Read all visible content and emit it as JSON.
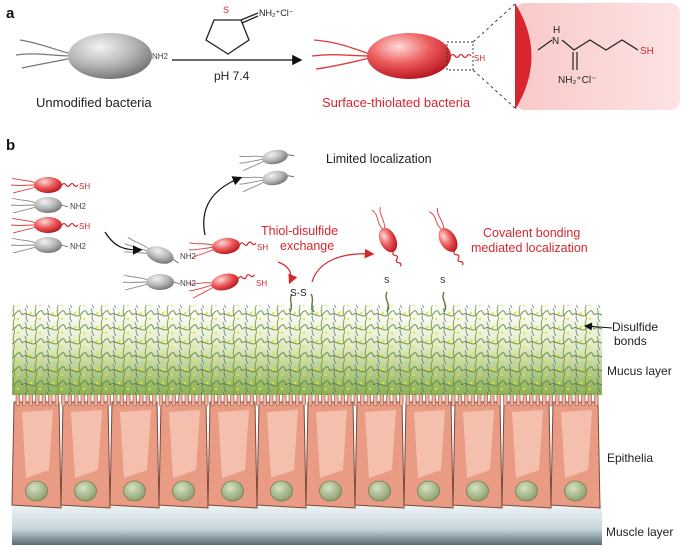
{
  "panel_a": {
    "label": "a",
    "reagent_amine_label": "NH₂⁺Cl⁻",
    "reagent_sulfur": "S",
    "condition": "pH 7.4",
    "left_group": "NH2",
    "right_group": "SH",
    "left_caption": "Unmodified bacteria",
    "right_caption": "Surface-thiolated bacteria",
    "linker_nh": "N",
    "linker_h": "H",
    "linker_amine": "NH₂⁺Cl⁻",
    "linker_sh": "SH"
  },
  "panel_b": {
    "label": "b",
    "groups": {
      "nh2": "NH2",
      "sh": "SH",
      "ss": "S-S",
      "s": "S"
    },
    "limited": "Limited localization",
    "exchange_line1": "Thiol-disulfide",
    "exchange_line2": "exchange",
    "covalent_line1": "Covalent bonding",
    "covalent_line2": "mediated localization",
    "disulfide_line1": "Disulfide",
    "disulfide_line2": "bonds",
    "mucus": "Mucus layer",
    "epithelia": "Epithelia",
    "muscle": "Muscle layer"
  },
  "colors": {
    "thiol_red": "#d8262e",
    "gray_bacteria": "#9a9a9a",
    "mucus_green": "#7fa348",
    "cell_pink": "#e99b84",
    "nucleus_green": "#a7b98a",
    "muscle_blue": "#cfdde2"
  }
}
